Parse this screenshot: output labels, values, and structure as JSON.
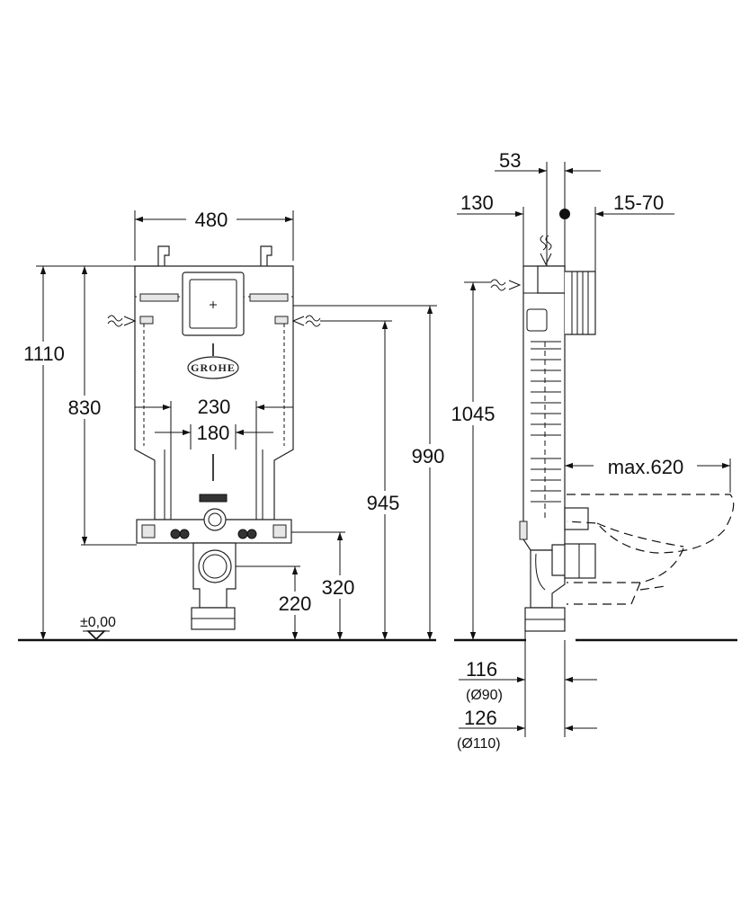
{
  "front_view": {
    "width": "480",
    "height_total": "1110",
    "height_frame": "830",
    "height_flush": "990",
    "height_inlet": "945",
    "height_waste": "320",
    "height_outlet": "220",
    "spacing_outer": "230",
    "spacing_inner": "180",
    "floor_level": "±0,00",
    "brand_logo": "GROHE"
  },
  "side_view": {
    "height": "1045",
    "depth_top": "53",
    "offset_left": "130",
    "wall_range": "15-70",
    "bowl_projection": "max.620",
    "pipe_90": "116",
    "pipe_90_dia": "(Ø90)",
    "pipe_110": "126",
    "pipe_110_dia": "(Ø110)"
  }
}
